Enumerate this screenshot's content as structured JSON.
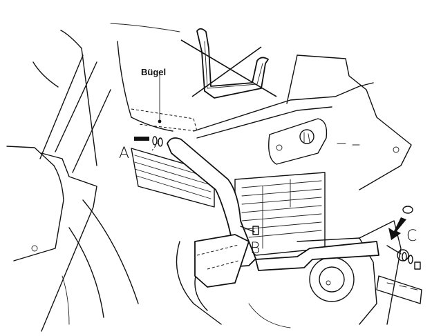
{
  "diagram": {
    "subject": "motorcycle engine guard (crash bar) mounting",
    "part_label": "Bügel",
    "mount_points": [
      {
        "id": "A",
        "label": "A"
      },
      {
        "id": "B",
        "label": "B"
      },
      {
        "id": "C",
        "label": "C"
      }
    ],
    "removed_part": "old bracket (crossed out)",
    "colors": {
      "line": "#111111",
      "background": "#ffffff"
    }
  }
}
